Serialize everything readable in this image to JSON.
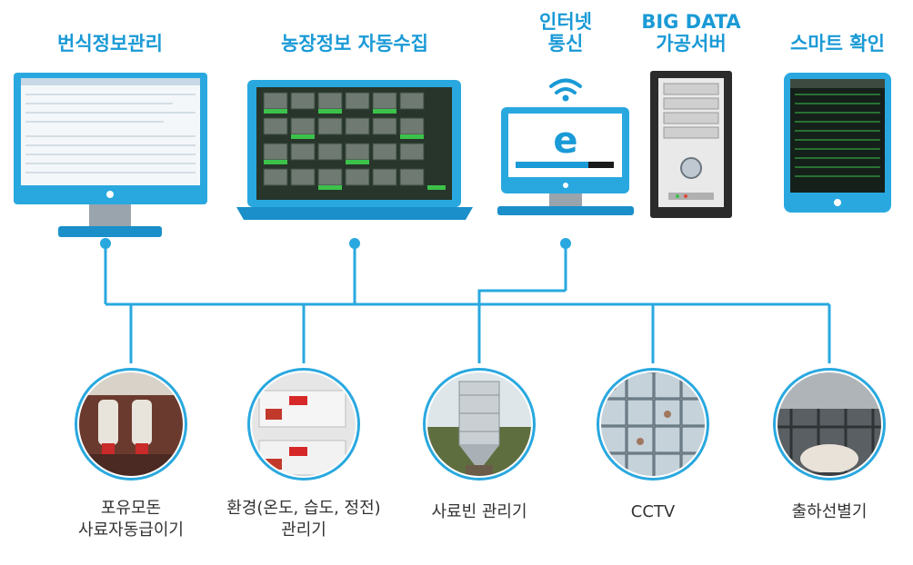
{
  "colors": {
    "accent": "#1a9ad6",
    "device_frame": "#29a8df",
    "screen_dark": "#1d2a20",
    "label_text": "#333333"
  },
  "top_nodes": [
    {
      "id": "breeding-info",
      "label": "번식정보관리",
      "device": "desktop-monitor"
    },
    {
      "id": "farm-info",
      "label": "농장정보 자동수집",
      "device": "laptop"
    },
    {
      "id": "internet",
      "label": "인터넷 통신",
      "device": "monitor-with-wifi"
    },
    {
      "id": "bigdata",
      "label": "BIG DATA 가공서버",
      "device": "server-tower"
    },
    {
      "id": "smart",
      "label": "스마트 확인",
      "device": "tablet"
    }
  ],
  "internet_screen_letter": "e",
  "bottom_nodes": [
    {
      "id": "feeder",
      "label": "포유모돈 사료자동급이기",
      "lines": [
        "포유모돈",
        "사료자동급이기"
      ],
      "image": "feeder-photo"
    },
    {
      "id": "env",
      "label": "환경(온도, 습도, 정전) 관리기",
      "lines": [
        "환경(온도, 습도, 정전)",
        "관리기"
      ],
      "image": "env-controller-photo"
    },
    {
      "id": "feedbin",
      "label": "사료빈 관리기",
      "lines": [
        "사료빈 관리기"
      ],
      "image": "feed-bin-photo"
    },
    {
      "id": "cctv",
      "label": "CCTV",
      "lines": [
        "CCTV"
      ],
      "image": "cctv-photo"
    },
    {
      "id": "shipping",
      "label": "출하선별기",
      "lines": [
        "출하선별기"
      ],
      "image": "shipping-sorter-photo"
    }
  ]
}
